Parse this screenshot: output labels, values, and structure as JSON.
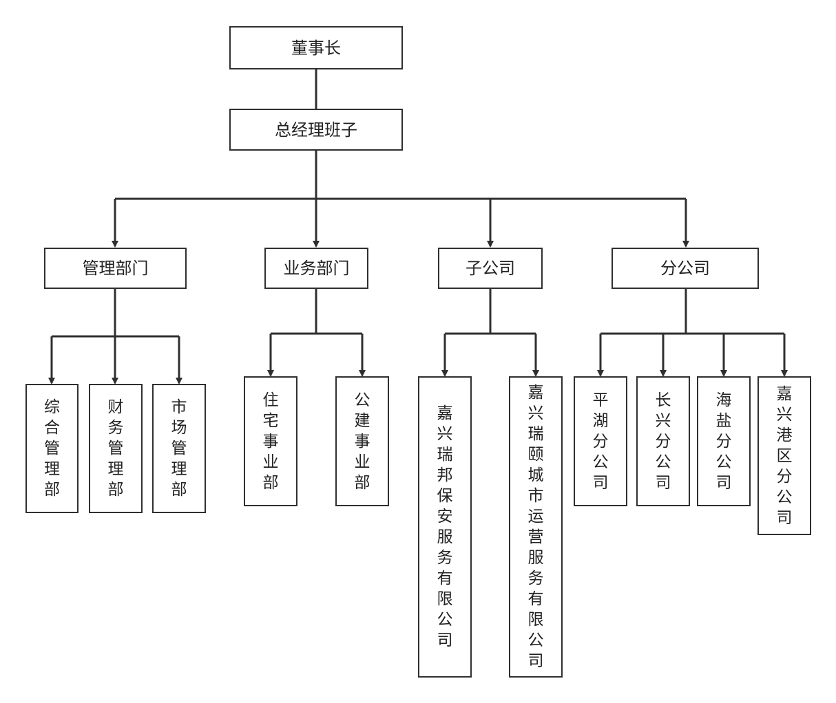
{
  "root": {
    "label": "董事长"
  },
  "management": {
    "label": "总经理班子"
  },
  "branches": [
    {
      "label": "管理部门",
      "children": [
        "综合管理部",
        "财务管理部",
        "市场管理部"
      ]
    },
    {
      "label": "业务部门",
      "children": [
        "住宅事业部",
        "公建事业部"
      ]
    },
    {
      "label": "子公司",
      "children": [
        "嘉兴瑞邦保安服务有限公司",
        "嘉兴瑞颐城市运营服务有限公司"
      ]
    },
    {
      "label": "分公司",
      "children": [
        "平湖分公司",
        "长兴分公司",
        "海盐分公司",
        "嘉兴港区分公司"
      ]
    }
  ],
  "colors": {
    "line": "#2f2f2f",
    "box_border": "#2f2f2f",
    "text": "#222222",
    "background": "#ffffff"
  }
}
